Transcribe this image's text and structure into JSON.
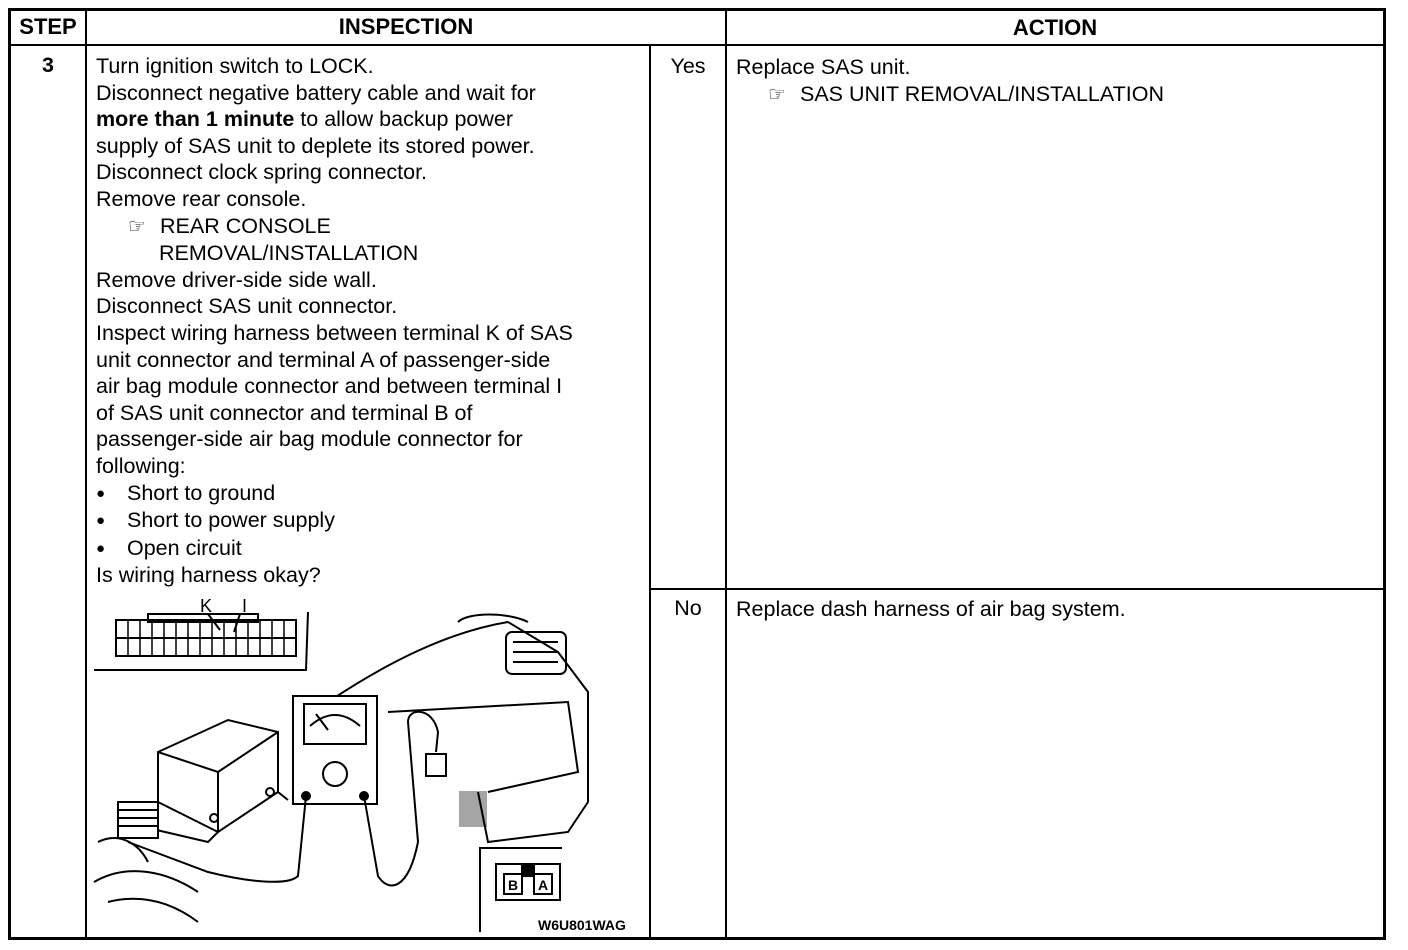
{
  "headers": {
    "step": "STEP",
    "inspection": "INSPECTION",
    "action": "ACTION"
  },
  "row": {
    "step_number": "3",
    "inspection_lines": [
      "Turn ignition switch to LOCK.",
      "Disconnect negative battery cable and wait for"
    ],
    "inspection_bold": "more than 1 minute",
    "inspection_bold_suffix": " to allow backup power",
    "inspection_lines_2": [
      "supply of SAS unit to deplete its stored power.",
      "Disconnect clock spring connector.",
      "Remove rear console."
    ],
    "ref_rear_console_1": "REAR CONSOLE",
    "ref_rear_console_2": "REMOVAL/INSTALLATION",
    "inspection_lines_3": [
      "Remove driver-side side wall.",
      "Disconnect SAS unit connector.",
      "Inspect wiring harness between terminal K of SAS",
      "unit connector and terminal A of passenger-side",
      "air bag module connector and between terminal I",
      "of SAS unit connector and terminal B of",
      "passenger-side air bag module connector for",
      "following:"
    ],
    "bullets": [
      "Short to ground",
      "Short to power supply",
      "Open circuit"
    ],
    "question": "Is wiring harness okay?",
    "figure": {
      "label_k": "K",
      "label_i": "I",
      "label_b": "B",
      "label_a": "A",
      "code": "W6U801WAG"
    },
    "yes": {
      "label": "Yes",
      "action": "Replace SAS unit.",
      "ref": "SAS UNIT REMOVAL/INSTALLATION"
    },
    "no": {
      "label": "No",
      "action": "Replace dash harness of air bag system."
    }
  },
  "icons": {
    "reference": "pointing-hand-icon"
  }
}
